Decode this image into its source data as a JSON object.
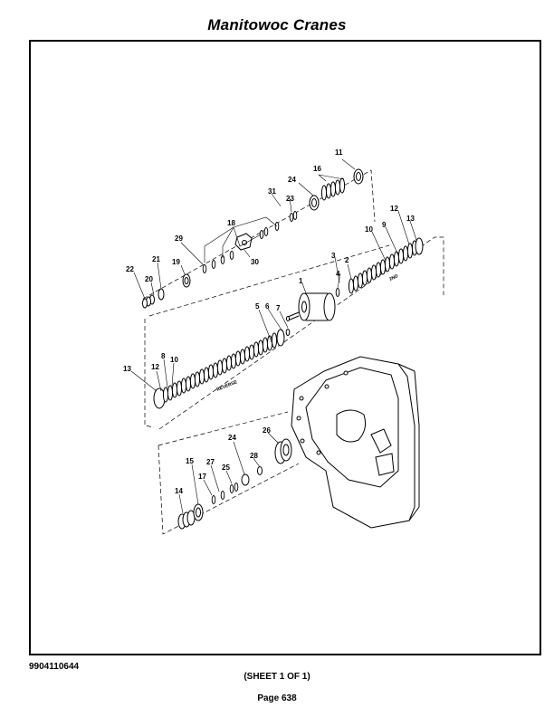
{
  "header": {
    "title": "Manitowoc Cranes"
  },
  "footer": {
    "doc_number": "9904110644",
    "sheet": "(SHEET 1 OF 1)",
    "page": "Page 638"
  },
  "diagram": {
    "stamps": {
      "reverse": "REVERSE",
      "second": "2ND"
    },
    "callouts": [
      "1",
      "2",
      "3",
      "4",
      "5",
      "6",
      "7",
      "8",
      "9",
      "10",
      "10",
      "11",
      "12",
      "12",
      "13",
      "13",
      "14",
      "15",
      "16",
      "17",
      "18",
      "19",
      "20",
      "21",
      "22",
      "23",
      "24",
      "24",
      "25",
      "26",
      "27",
      "28",
      "29",
      "30",
      "31"
    ]
  }
}
